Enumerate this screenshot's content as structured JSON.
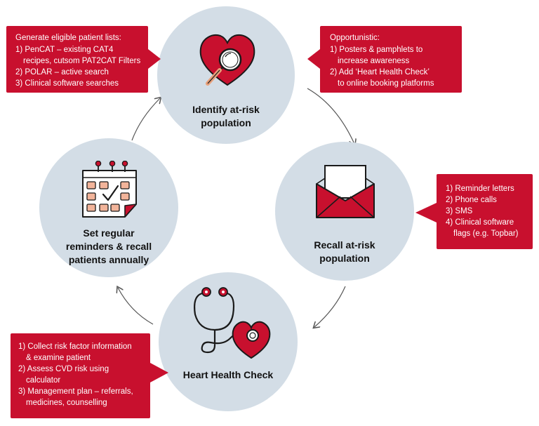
{
  "nodes": {
    "identify": {
      "label_line1": "Identify at-risk",
      "label_line2": "population"
    },
    "recall": {
      "label_line1": "Recall at-risk",
      "label_line2": "population"
    },
    "check": {
      "label_line1": "Heart Health Check"
    },
    "reminders": {
      "label_line1": "Set regular",
      "label_line2": "reminders & recall",
      "label_line3": "patients annually"
    }
  },
  "callouts": {
    "top_left": {
      "title": "Generate eligible patient lists:",
      "lines": [
        "1) PenCAT – existing CAT4",
        "recipes, cutsom PAT2CAT Filters",
        "2) POLAR – active search",
        "3) Clinical software searches"
      ]
    },
    "top_right": {
      "title": "Opportunistic:",
      "lines": [
        "1) Posters & pamphlets to",
        "increase awareness",
        "2) Add ‘Heart Health Check’",
        "to online booking platforms"
      ]
    },
    "right": {
      "lines": [
        "1) Reminder letters",
        "2) Phone calls",
        "3) SMS",
        "4) Clinical software",
        "flags (e.g. Topbar)"
      ]
    },
    "bottom_left": {
      "lines": [
        "1) Collect risk factor information",
        "& examine patient",
        "2) Assess CVD risk using",
        "calculator",
        "3) Management plan – referrals,",
        "medicines, counselling"
      ]
    }
  },
  "colors": {
    "accent_red": "#c8102e",
    "circle_fill": "#d3dde6",
    "connector": "#555555"
  },
  "icons": [
    "heart-magnifier-icon",
    "envelope-letter-icon",
    "stethoscope-heart-icon",
    "calendar-check-icon"
  ]
}
